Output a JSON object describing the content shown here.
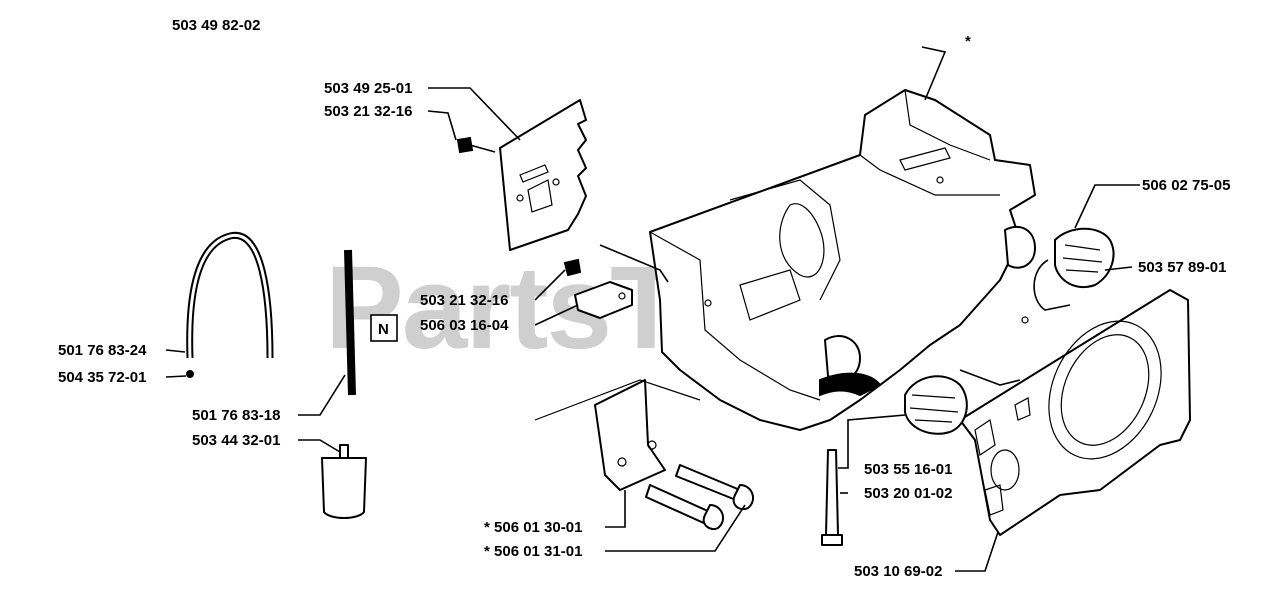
{
  "diagram": {
    "assembly_number": "503 49 82-02",
    "watermark": "PartsTree",
    "watermark_tm": "™",
    "asterisk_mark": "*",
    "new_badge": "N",
    "labels": {
      "p503492501": "503 49 25-01",
      "p503213216_top": "503 21 32-16",
      "p503213216_mid": "503 21 32-16",
      "p506031604": "506 03 16-04",
      "p501768324": "501 76 83-24",
      "p504357201": "504 35 72-01",
      "p501768318": "501 76 83-18",
      "p503443201": "503 44 32-01",
      "p506013001": "* 506 01 30-01",
      "p506013101": "* 506 01 31-01",
      "p506027505": "506 02 75-05",
      "p503578901": "503 57 89-01",
      "p503551601": "503 55 16-01",
      "p503200102": "503 20 01-02",
      "p503106902": "503 10 69-02"
    }
  }
}
